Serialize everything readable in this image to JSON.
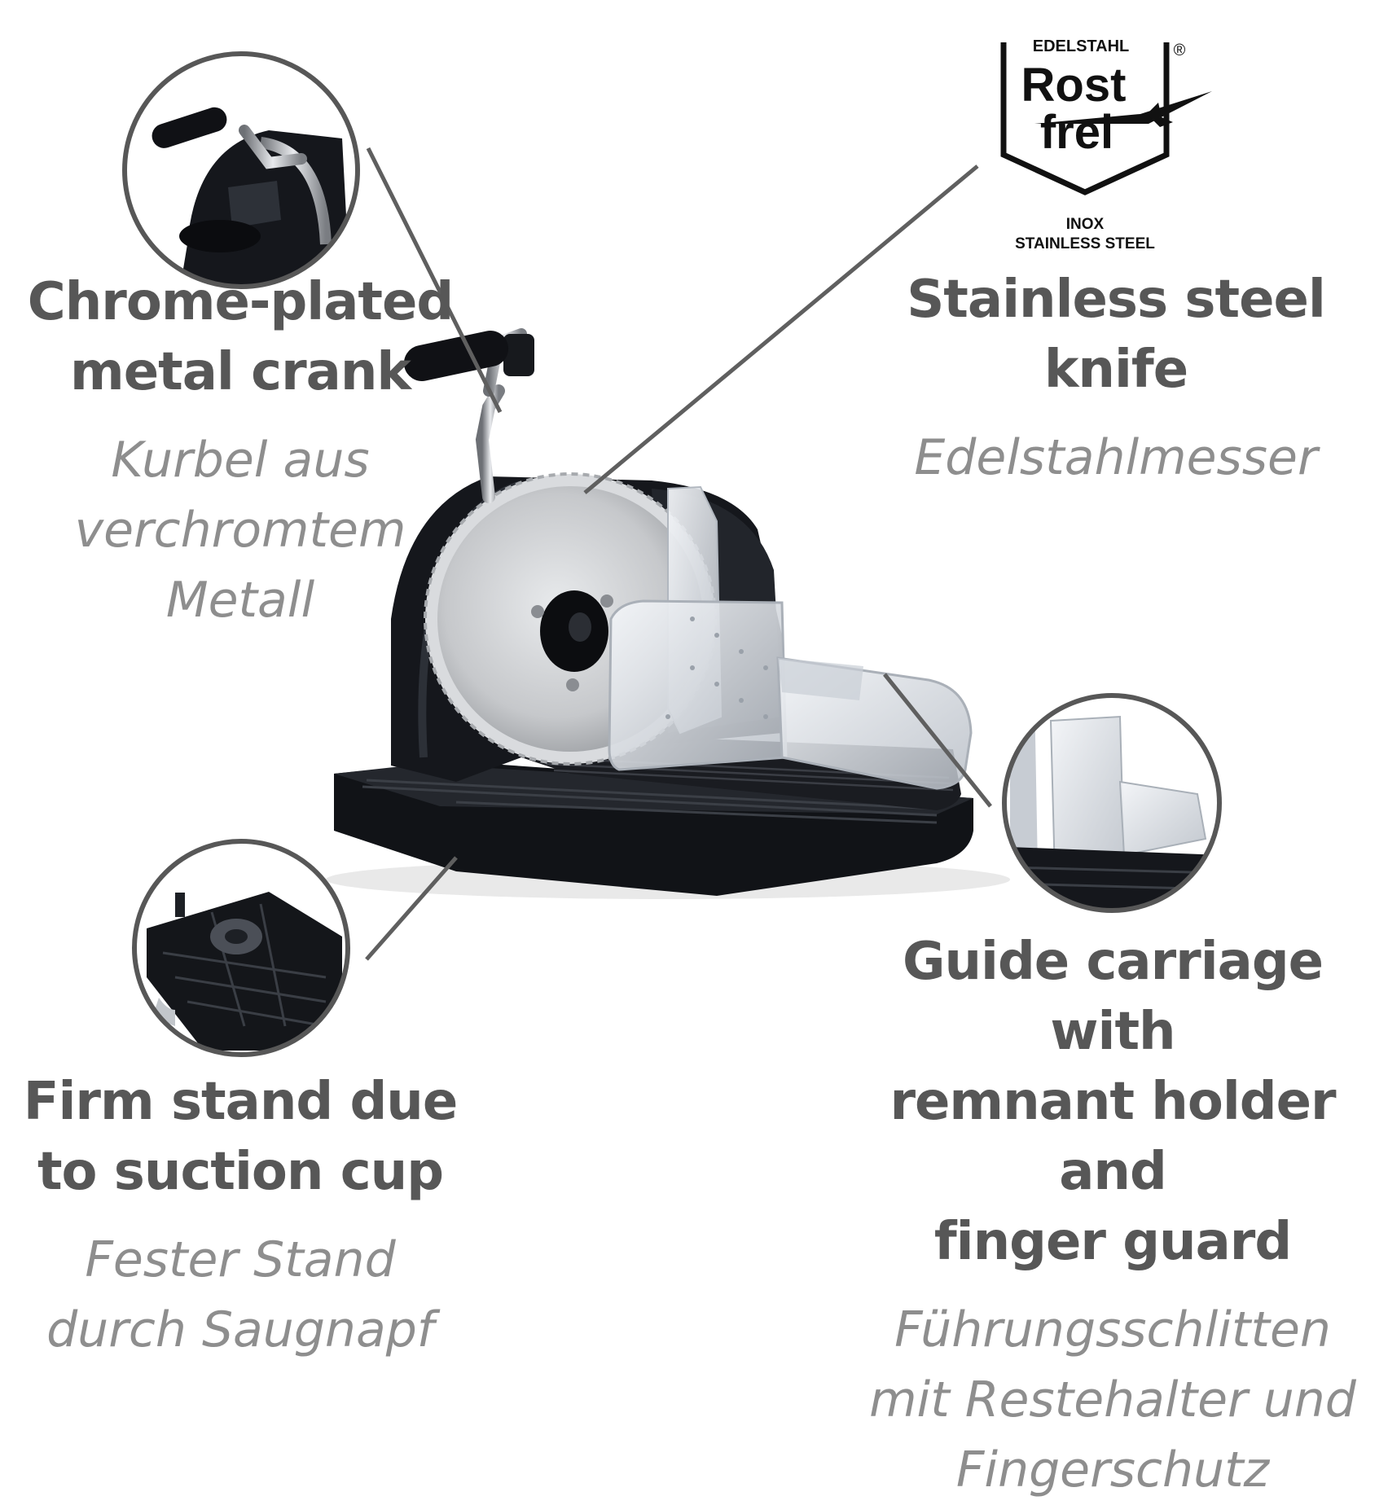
{
  "crank": {
    "title_lines": [
      "Chrome-plated",
      "metal crank"
    ],
    "subtitle_lines": [
      "Kurbel aus",
      "verchromtem",
      "Metall"
    ]
  },
  "knife": {
    "title_lines": [
      "Stainless steel knife"
    ],
    "subtitle_lines": [
      "Edelstahlmesser"
    ]
  },
  "stand": {
    "title_lines": [
      "Firm stand due",
      "to suction cup"
    ],
    "subtitle_lines": [
      "Fester Stand",
      "durch Saugnapf"
    ]
  },
  "carriage": {
    "title_lines": [
      "Guide carriage with",
      "remnant holder and",
      "finger guard"
    ],
    "subtitle_lines": [
      "Führungsschlitten",
      "mit Restehalter und",
      "Fingerschutz"
    ]
  },
  "badge": {
    "top_text": "EDELSTAHL",
    "registered": "®",
    "word1": "Rost",
    "word2": "frei",
    "bottom_line1": "INOX",
    "bottom_line2": "STAINLESS STEEL"
  },
  "colors": {
    "title": "#575757",
    "subtitle": "#8e8e8e",
    "callout_line": "#5f5f5f",
    "product_body": "#15171c",
    "blade": "#c9cbce",
    "guard": "#dfe3e8"
  }
}
